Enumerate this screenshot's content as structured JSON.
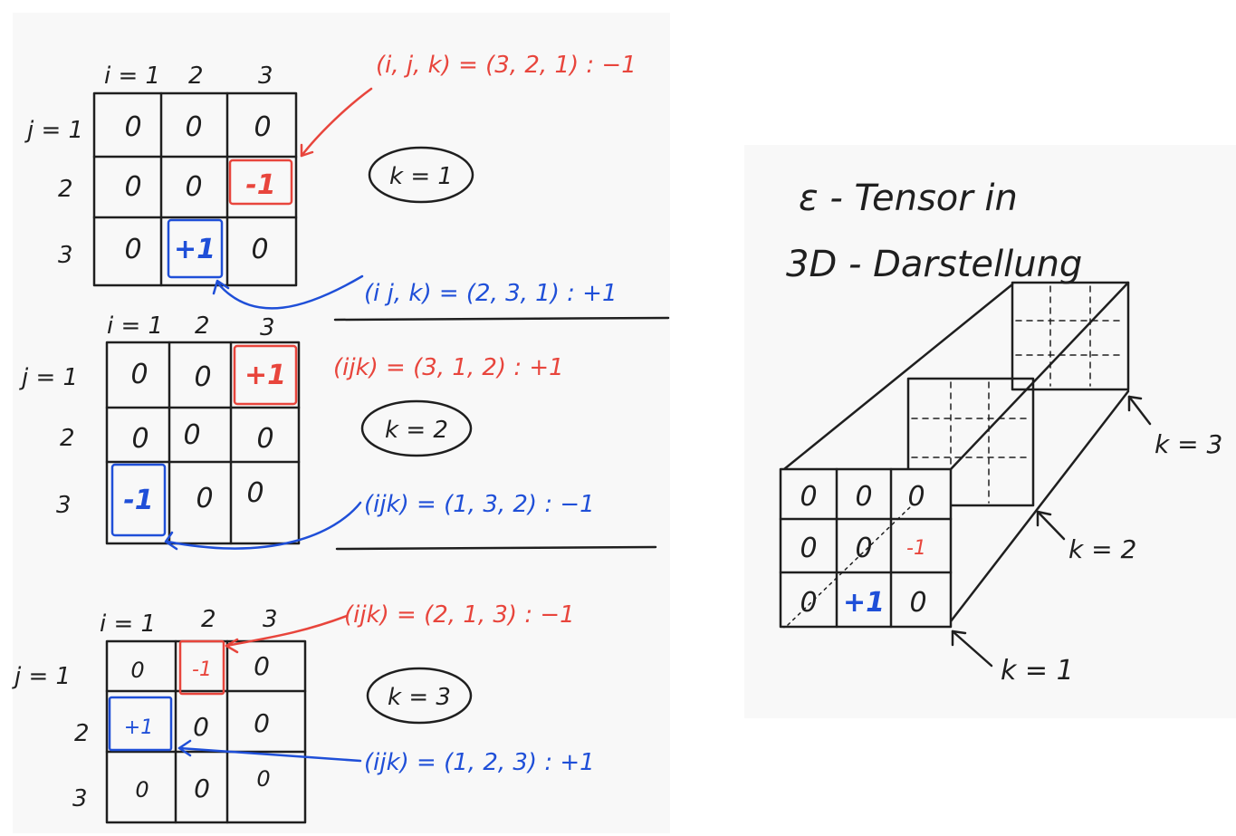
{
  "matrices": [
    {
      "i_label": "i = 1",
      "col2": "2",
      "col3": "3",
      "j_label": "j = 1",
      "row2": "2",
      "row3": "3",
      "cells": [
        [
          "0",
          "0",
          "0"
        ],
        [
          "0",
          "0",
          "-1"
        ],
        [
          "0",
          "+1",
          "0"
        ]
      ],
      "k_label": "k = 1",
      "red_note": "(i, j, k) = (3, 2, 1) : −1",
      "blue_note": "(i j, k) = (2, 3, 1) : +1"
    },
    {
      "i_label": "i = 1",
      "col2": "2",
      "col3": "3",
      "j_label": "j = 1",
      "row2": "2",
      "row3": "3",
      "cells": [
        [
          "0",
          "0",
          "+1"
        ],
        [
          "0",
          "0",
          "0"
        ],
        [
          "-1",
          "0",
          "0"
        ]
      ],
      "k_label": "k = 2",
      "red_note": "(ijk) = (3, 1, 2) : +1",
      "blue_note": "(ijk) = (1, 3, 2) : −1"
    },
    {
      "i_label": "i = 1",
      "col2": "2",
      "col3": "3",
      "j_label": "j = 1",
      "row2": "2",
      "row3": "3",
      "cells": [
        [
          "0",
          "-1",
          "0"
        ],
        [
          "+1",
          "0",
          "0"
        ],
        [
          "0",
          "0",
          "0"
        ]
      ],
      "k_label": "k = 3",
      "red_note": "(ijk) = (2, 1, 3) : −1",
      "blue_note": "(ijk) = (1, 2, 3) : +1"
    }
  ],
  "cube": {
    "title_line1": "ε - Tensor in",
    "title_line2": "3D - Darstellung",
    "front_cells": [
      [
        "0",
        "0",
        "0"
      ],
      [
        "0",
        "0",
        "-1"
      ],
      [
        "0",
        "+1",
        "0"
      ]
    ],
    "k1": "k = 1",
    "k2": "k = 2",
    "k3": "k = 3"
  },
  "colors": {
    "ink": "#1f1f1f",
    "red": "#e8453c",
    "blue": "#1f4fd8",
    "paper": "#f8f8f8"
  }
}
